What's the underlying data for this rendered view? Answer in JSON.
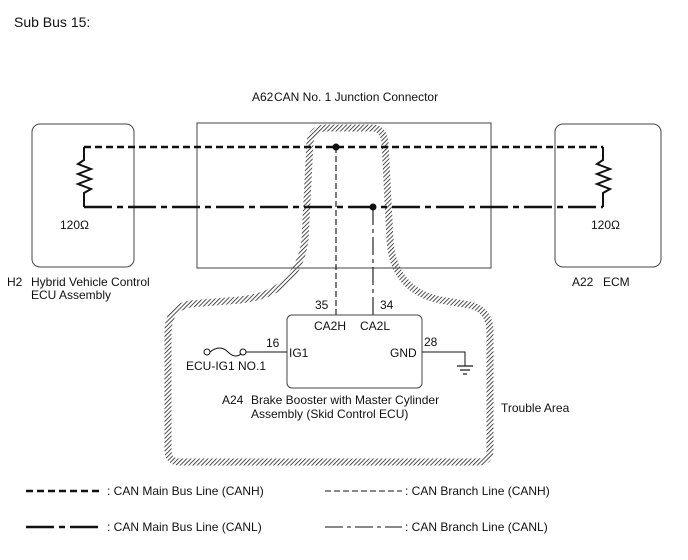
{
  "title": "Sub Bus 15:",
  "junction": {
    "code": "A62",
    "name": "CAN No. 1 Junction Connector"
  },
  "left_ecu": {
    "code": "H2",
    "line1": "Hybrid Vehicle Control",
    "line2": "ECU Assembly",
    "resistor": "120Ω"
  },
  "right_ecu": {
    "code": "A22",
    "name": "ECM",
    "resistor": "120Ω"
  },
  "brake_ecu": {
    "code": "A24",
    "line1": "Brake Booster with Master Cylinder",
    "line2": "Assembly (Skid Control ECU)",
    "pin_canh": "35",
    "pin_canl": "34",
    "term_canh": "CA2H",
    "term_canl": "CA2L",
    "pin_ig": "16",
    "term_ig": "IG1",
    "pin_gnd": "28",
    "term_gnd": "GND",
    "fuse": "ECU-IG1 NO.1"
  },
  "trouble_area": "Trouble Area",
  "legend": {
    "main_canh": ": CAN Main Bus Line (CANH)",
    "main_canl": ": CAN Main Bus Line (CANL)",
    "branch_canh": ": CAN Branch Line (CANH)",
    "branch_canl": ": CAN Branch Line (CANL)"
  },
  "colors": {
    "line": "#111111",
    "box": "#444444",
    "hatch": "#333333"
  }
}
